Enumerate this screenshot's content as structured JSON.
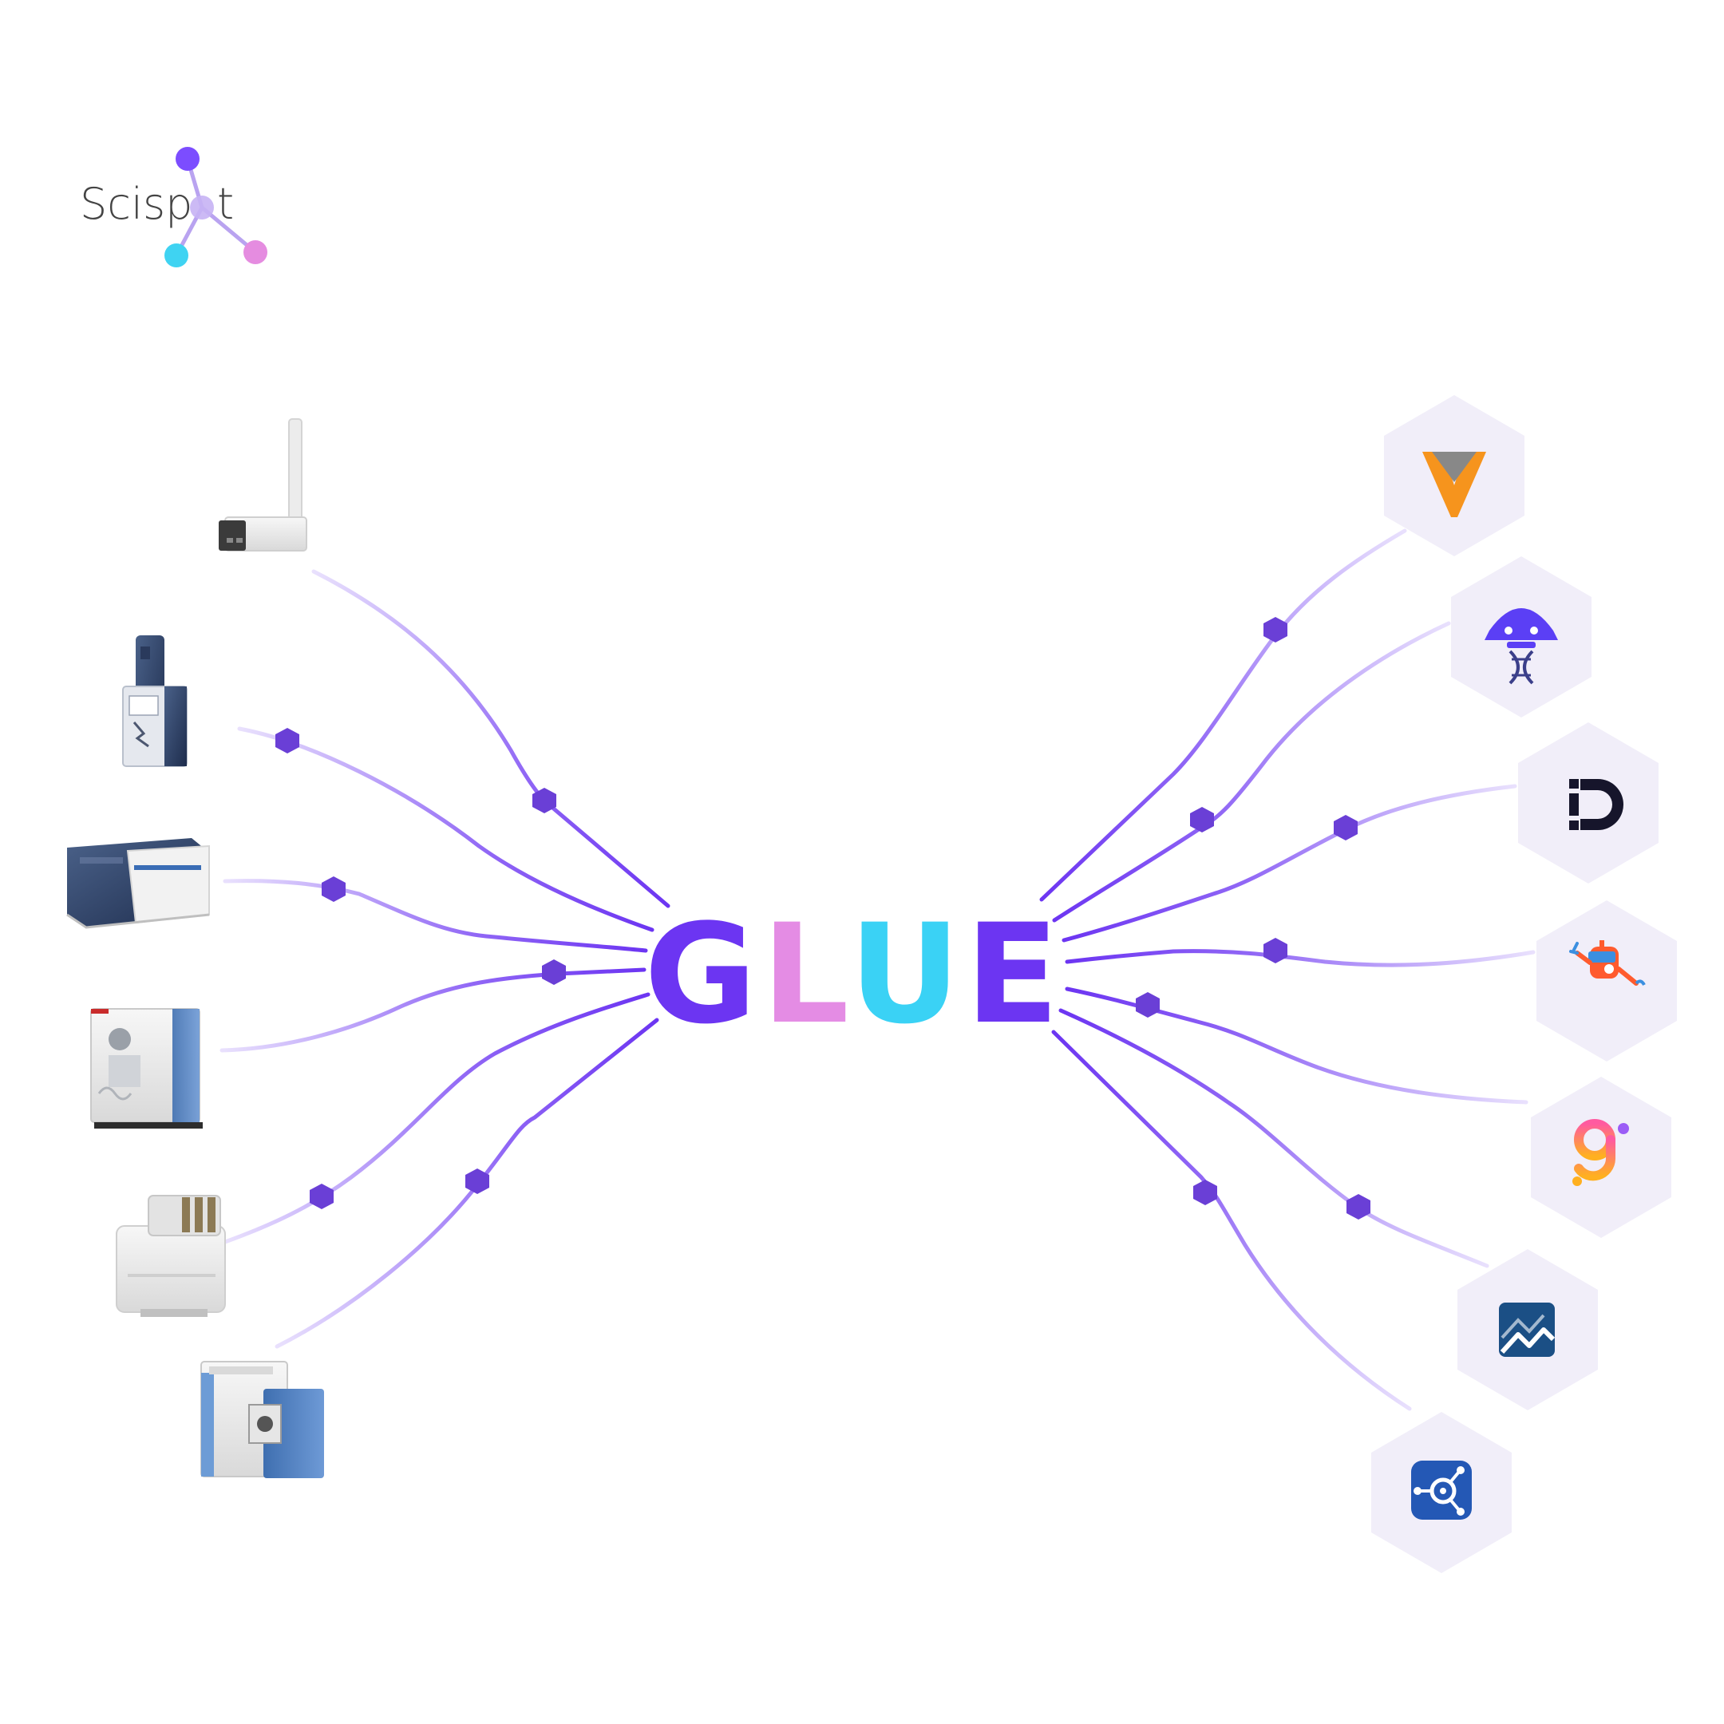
{
  "logo": {
    "text_before": "Scisp",
    "text_after": "t",
    "colors": {
      "purple": "#7c4dff",
      "cyan": "#3fd3f2",
      "pink": "#e58ce0",
      "center": "#b9a3f0",
      "text": "#444444"
    }
  },
  "center": {
    "letters": [
      {
        "char": "G",
        "color": "#6c35f2"
      },
      {
        "char": "L",
        "color": "#e48ce4"
      },
      {
        "char": "U",
        "color": "#3ad2f5"
      },
      {
        "char": "E",
        "color": "#6c35f2"
      }
    ]
  },
  "left_devices": [
    {
      "icon": "sensor-device-icon"
    },
    {
      "icon": "mass-spectrometer-icon"
    },
    {
      "icon": "plate-reader-icon"
    },
    {
      "icon": "lc-ms-system-icon"
    },
    {
      "icon": "analyzer-instrument-icon"
    },
    {
      "icon": "hplc-system-icon"
    }
  ],
  "right_apps": [
    {
      "icon": "veeva-v-icon"
    },
    {
      "icon": "genomics-bot-icon"
    },
    {
      "icon": "d-logo-icon"
    },
    {
      "icon": "robot-mascot-icon"
    },
    {
      "icon": "g-logo-icon"
    },
    {
      "icon": "mountain-logo-icon"
    },
    {
      "icon": "network-hub-icon"
    }
  ],
  "colors": {
    "line": "#6c35f2",
    "node": "#6a3fd6",
    "hexagon": "#f1eef9"
  }
}
